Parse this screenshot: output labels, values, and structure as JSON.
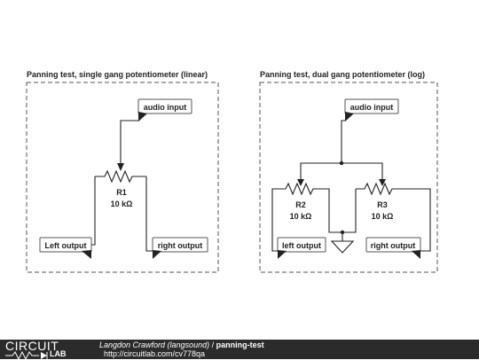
{
  "left_panel": {
    "title": "Panning test, single gang potentiometer (linear)",
    "input_label": "audio input",
    "pot_name": "R1",
    "pot_value": "10 kΩ",
    "left_output_label": "Left output",
    "right_output_label": "right output"
  },
  "right_panel": {
    "title": "Panning test, dual gang potentiometer (log)",
    "input_label": "audio input",
    "pot_a_name": "R2",
    "pot_a_value": "10 kΩ",
    "pot_b_name": "R3",
    "pot_b_value": "10 kΩ",
    "left_output_label": "left output",
    "right_output_label": "right output"
  },
  "footer": {
    "logo_text": "CIRCUIT",
    "logo_sub": "LAB",
    "author": "Langdon Crawford (langsound)",
    "separator": " / ",
    "circuit_name": "panning-test",
    "url": "http://circuitlab.com/cv778qa"
  },
  "colors": {
    "footer_bg": "#2b2b2b",
    "wire": "#222222",
    "frame": "#555555"
  }
}
